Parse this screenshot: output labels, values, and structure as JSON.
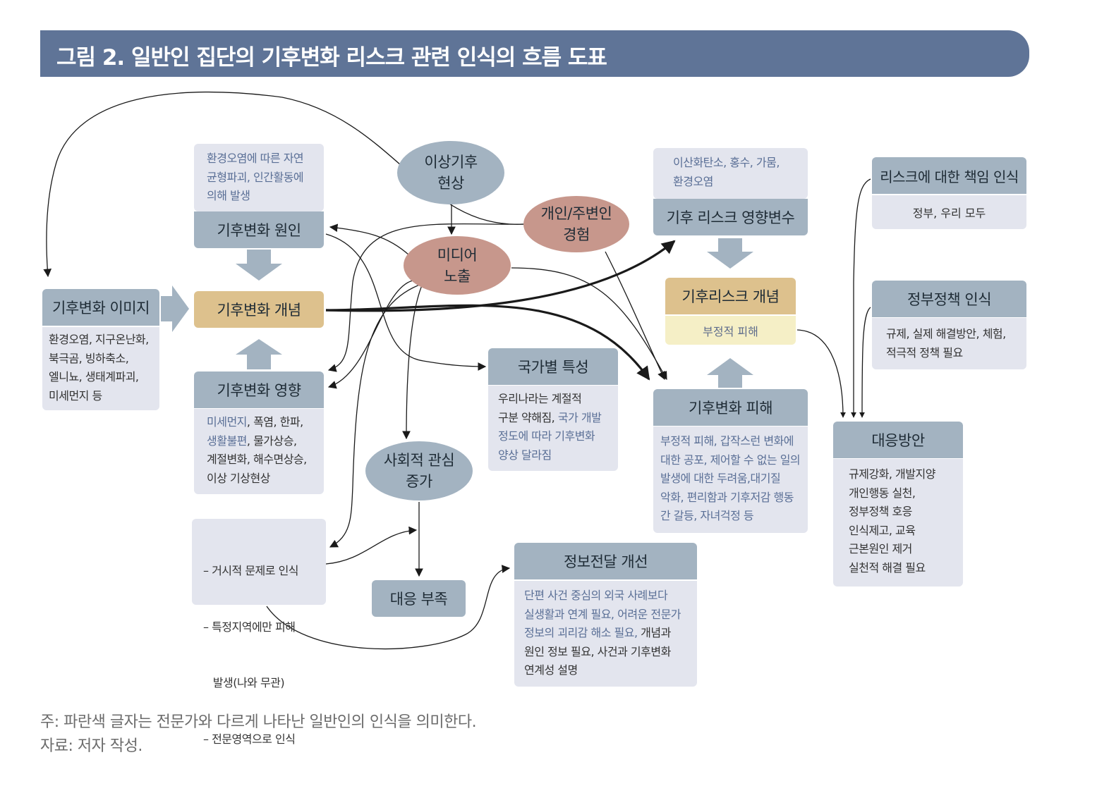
{
  "title": "그림 2. 일반인 집단의 기후변화 리스크 관련 인식의 흐름 도표",
  "colors": {
    "banner": "#5f7497",
    "box_header": "#a3b3c1",
    "box_body": "#e3e5ee",
    "concept_header": "#ddc18d",
    "concept_sub": "#f5efc6",
    "oval_rose": "#c7978c",
    "expert_diff_text": "#5a6f96"
  },
  "boxes": {
    "cause": {
      "desc_lines": [
        "환경오염에 따른 자연",
        "균형파괴, 인간활동에",
        "의해 발생"
      ],
      "header": "기후변화 원인"
    },
    "image": {
      "header": "기후변화 이미지",
      "lines": [
        "환경오염, 지구온난화,",
        "북극곰, 빙하축소,",
        "엘니뇨, 생태계파괴,",
        "미세먼지 등"
      ]
    },
    "concept": {
      "header": "기후변화 개념"
    },
    "impact": {
      "header": "기후변화 영향",
      "lines": [
        [
          {
            "t": "미세먼지",
            "c": "blue"
          },
          {
            "t": ", 폭염, 한파,",
            "c": "dark"
          }
        ],
        [
          {
            "t": "생활불편",
            "c": "blue"
          },
          {
            "t": ", 물가상승,",
            "c": "dark"
          }
        ],
        [
          {
            "t": "계절변화, 해수면상승,",
            "c": "dark"
          }
        ],
        [
          {
            "t": "이상 기상현상",
            "c": "dark"
          }
        ]
      ]
    },
    "perception": {
      "lines": [
        "– 거시적 문제로 인식",
        "– 특정지역에만 피해",
        "   발생(나와 무관)",
        "– 전문영역으로 인식"
      ]
    },
    "country": {
      "header": "국가별 특성",
      "lines": [
        [
          {
            "t": "우리나라는 계절적",
            "c": "dark"
          }
        ],
        [
          {
            "t": "구분 약해짐, ",
            "c": "dark"
          },
          {
            "t": "국가 개발",
            "c": "blue"
          }
        ],
        [
          {
            "t": "정도에 따라 기후변화",
            "c": "blue"
          }
        ],
        [
          {
            "t": "양상 달라짐",
            "c": "blue"
          }
        ]
      ]
    },
    "info": {
      "header": "정보전달 개선",
      "lines": [
        [
          {
            "t": "단편 사건 중심의 외국 사례보다",
            "c": "blue"
          }
        ],
        [
          {
            "t": "실생활과 연계 필요, 어려운 전문가",
            "c": "blue"
          }
        ],
        [
          {
            "t": "정보의 괴리감 해소 필요, ",
            "c": "blue"
          },
          {
            "t": "개념과",
            "c": "dark"
          }
        ],
        [
          {
            "t": "원인 정보 필요, 사건과 기후변화",
            "c": "dark"
          }
        ],
        [
          {
            "t": "연계성 설명",
            "c": "dark"
          }
        ]
      ]
    },
    "risk_var": {
      "desc_lines": [
        "이산화탄소, 홍수, 가뭄,",
        "환경오염"
      ],
      "header": "기후 리스크 영향변수"
    },
    "risk_concept": {
      "header": "기후리스크 개념",
      "sub": "부정적 피해"
    },
    "damage": {
      "header": "기후변화 피해",
      "lines": [
        "부정적 피해, 갑작스런 변화에",
        "대한 공포, 제어할 수 없는 일의",
        "발생에 대한 두려움,대기질",
        "악화, 편리함과 기후저감 행동",
        "간 갈등, 자녀걱정 등"
      ]
    },
    "responsibility": {
      "header": "리스크에 대한 책임 인식",
      "body": "정부, 우리 모두"
    },
    "policy": {
      "header": "정부정책 인식",
      "lines": [
        "규제, 실제 해결방안, 체험,",
        "적극적 정책 필요"
      ]
    },
    "response": {
      "header": "대응방안",
      "lines": [
        "규제강화, 개발지양",
        "개인행동 실천,",
        "정부정책 호응",
        "인식제고, 교육",
        "근본원인 제거",
        "실천적 해결 필요"
      ]
    },
    "lack": {
      "header": "대응 부족"
    }
  },
  "ovals": {
    "extreme_weather": [
      "이상기후",
      "현상"
    ],
    "personal": [
      "개인/주변인",
      "경험"
    ],
    "media": [
      "미디어",
      "노출"
    ],
    "social": [
      "사회적 관심",
      "증가"
    ]
  },
  "notes": [
    "주: 파란색 글자는 전문가와 다르게 나타난 일반인의 인식을 의미한다.",
    "자료: 저자 작성."
  ]
}
